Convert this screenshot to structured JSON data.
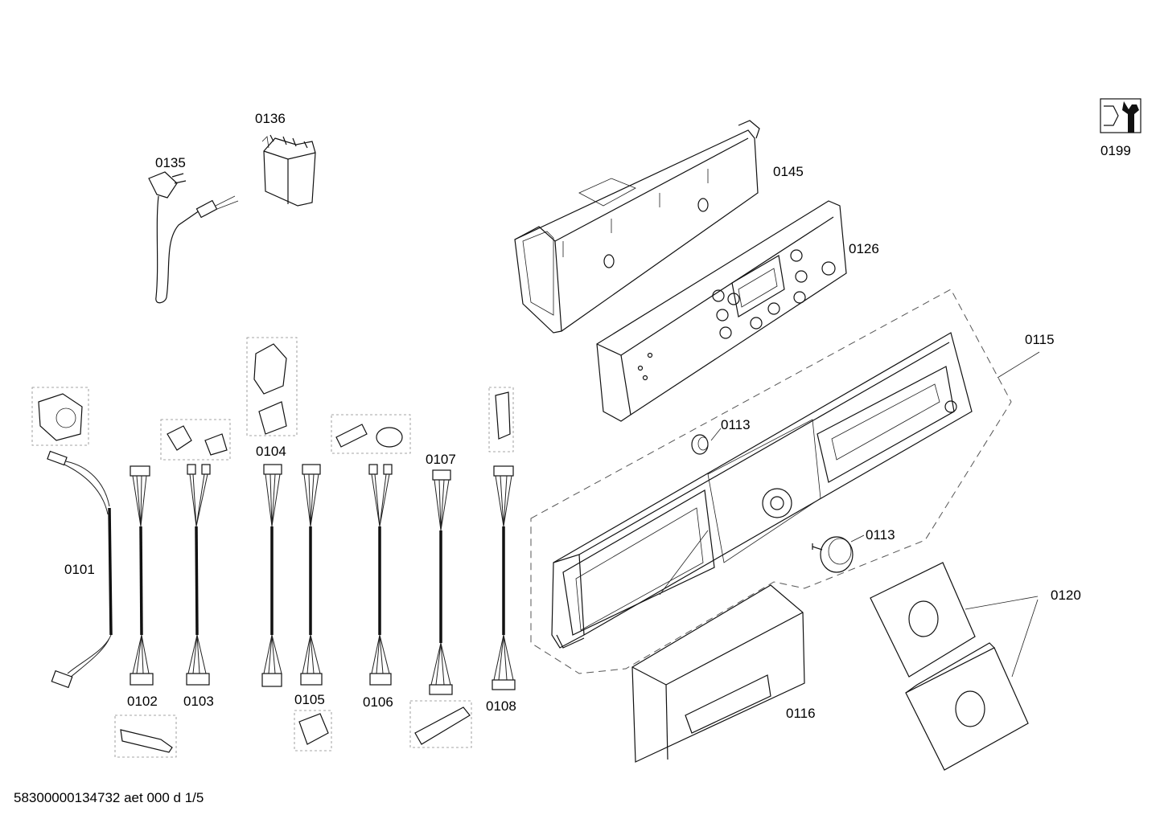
{
  "labels": {
    "p0101": "0101",
    "p0102": "0102",
    "p0103": "0103",
    "p0104": "0104",
    "p0105": "0105",
    "p0106": "0106",
    "p0107": "0107",
    "p0108": "0108",
    "p0113a": "0113",
    "p0113b": "0113",
    "p0115": "0115",
    "p0116": "0116",
    "p0120": "0120",
    "p0126": "0126",
    "p0135": "0135",
    "p0136": "0136",
    "p0145": "0145",
    "p0199": "0199"
  },
  "document_id": "58300000134732 aet 000 d 1/5",
  "icons": {
    "tool_symbol": "wrench-nut-icon"
  }
}
